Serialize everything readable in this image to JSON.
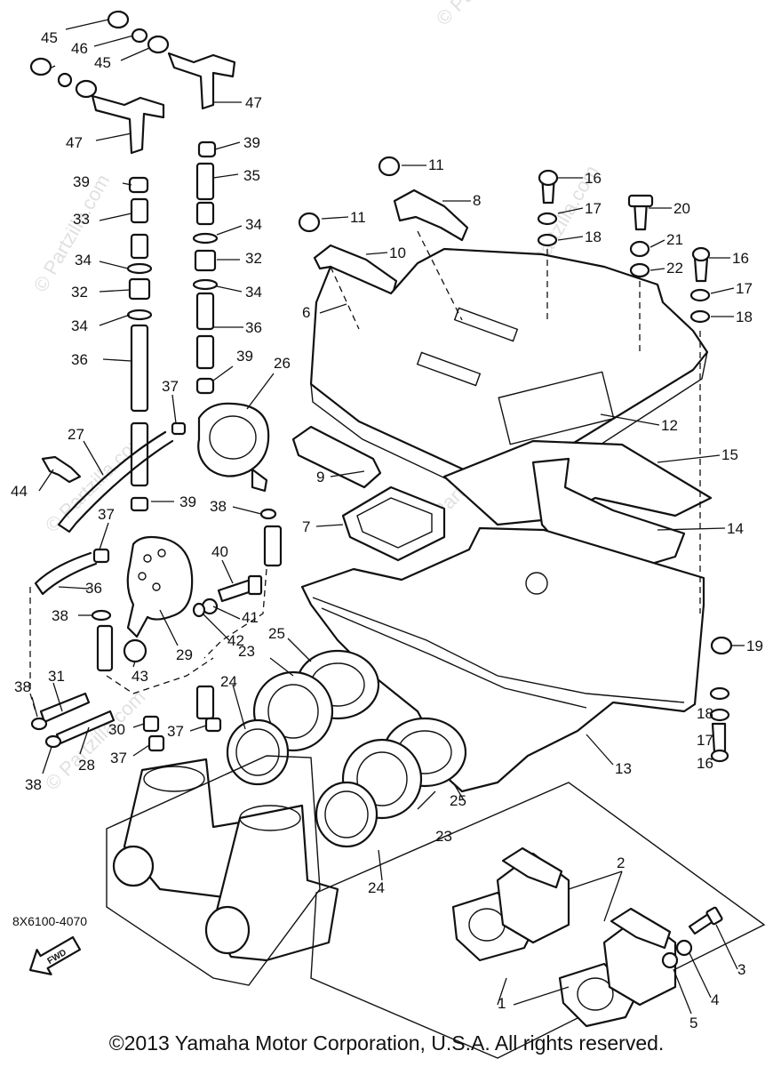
{
  "diagram": {
    "watermark": "© Partzilla.com",
    "diagram_code": "8X6100-4070",
    "copyright": "©2013 Yamaha Motor Corporation, U.S.A. All rights reserved.",
    "fwd_label": "FWD",
    "callouts": [
      {
        "id": "c45a",
        "text": "45"
      },
      {
        "id": "c46",
        "text": "46"
      },
      {
        "id": "c45b",
        "text": "45"
      },
      {
        "id": "c47a",
        "text": "47"
      },
      {
        "id": "c47b",
        "text": "47"
      },
      {
        "id": "c39a",
        "text": "39"
      },
      {
        "id": "c39b",
        "text": "39"
      },
      {
        "id": "c39c",
        "text": "39"
      },
      {
        "id": "c39d",
        "text": "39"
      },
      {
        "id": "c35",
        "text": "35"
      },
      {
        "id": "c33",
        "text": "33"
      },
      {
        "id": "c34a",
        "text": "34"
      },
      {
        "id": "c34b",
        "text": "34"
      },
      {
        "id": "c34c",
        "text": "34"
      },
      {
        "id": "c34d",
        "text": "34"
      },
      {
        "id": "c32a",
        "text": "32"
      },
      {
        "id": "c32b",
        "text": "32"
      },
      {
        "id": "c36a",
        "text": "36"
      },
      {
        "id": "c36b",
        "text": "36"
      },
      {
        "id": "c36c",
        "text": "36"
      },
      {
        "id": "c37a",
        "text": "37"
      },
      {
        "id": "c37b",
        "text": "37"
      },
      {
        "id": "c37c",
        "text": "37"
      },
      {
        "id": "c37d",
        "text": "37"
      },
      {
        "id": "c26",
        "text": "26"
      },
      {
        "id": "c27",
        "text": "27"
      },
      {
        "id": "c44",
        "text": "44"
      },
      {
        "id": "c38a",
        "text": "38"
      },
      {
        "id": "c38b",
        "text": "38"
      },
      {
        "id": "c38c",
        "text": "38"
      },
      {
        "id": "c38d",
        "text": "38"
      },
      {
        "id": "c40",
        "text": "40"
      },
      {
        "id": "c41",
        "text": "41"
      },
      {
        "id": "c42",
        "text": "42"
      },
      {
        "id": "c43",
        "text": "43"
      },
      {
        "id": "c29",
        "text": "29"
      },
      {
        "id": "c31",
        "text": "31"
      },
      {
        "id": "c30",
        "text": "30"
      },
      {
        "id": "c28",
        "text": "28"
      },
      {
        "id": "c11a",
        "text": "11"
      },
      {
        "id": "c11b",
        "text": "11"
      },
      {
        "id": "c8",
        "text": "8"
      },
      {
        "id": "c10",
        "text": "10"
      },
      {
        "id": "c6",
        "text": "6"
      },
      {
        "id": "c16a",
        "text": "16"
      },
      {
        "id": "c16b",
        "text": "16"
      },
      {
        "id": "c16c",
        "text": "16"
      },
      {
        "id": "c17a",
        "text": "17"
      },
      {
        "id": "c17b",
        "text": "17"
      },
      {
        "id": "c17c",
        "text": "17"
      },
      {
        "id": "c18a",
        "text": "18"
      },
      {
        "id": "c18b",
        "text": "18"
      },
      {
        "id": "c18c",
        "text": "18"
      },
      {
        "id": "c20",
        "text": "20"
      },
      {
        "id": "c21",
        "text": "21"
      },
      {
        "id": "c22",
        "text": "22"
      },
      {
        "id": "c12",
        "text": "12"
      },
      {
        "id": "c15",
        "text": "15"
      },
      {
        "id": "c14",
        "text": "14"
      },
      {
        "id": "c9",
        "text": "9"
      },
      {
        "id": "c7",
        "text": "7"
      },
      {
        "id": "c19",
        "text": "19"
      },
      {
        "id": "c13",
        "text": "13"
      },
      {
        "id": "c23a",
        "text": "23"
      },
      {
        "id": "c23b",
        "text": "23"
      },
      {
        "id": "c24a",
        "text": "24"
      },
      {
        "id": "c24b",
        "text": "24"
      },
      {
        "id": "c25a",
        "text": "25"
      },
      {
        "id": "c25b",
        "text": "25"
      },
      {
        "id": "c2",
        "text": "2"
      },
      {
        "id": "c1",
        "text": "1"
      },
      {
        "id": "c3",
        "text": "3"
      },
      {
        "id": "c4",
        "text": "4"
      },
      {
        "id": "c5",
        "text": "5"
      }
    ]
  }
}
